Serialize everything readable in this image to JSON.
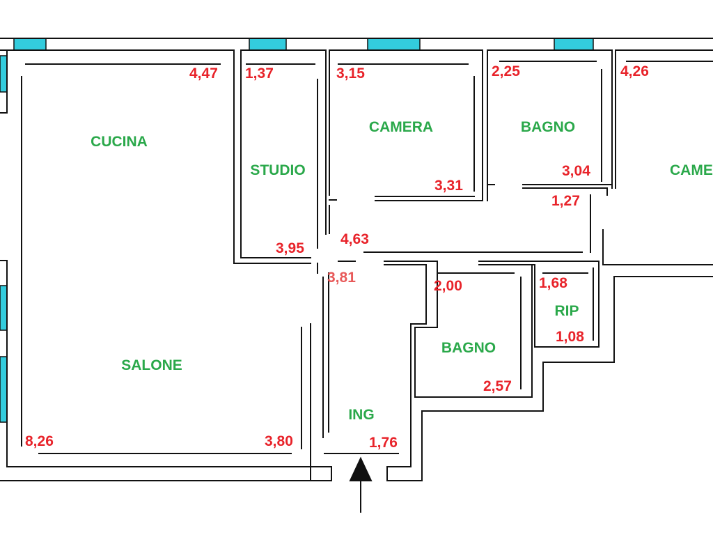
{
  "colors": {
    "room_label": "#2aa84a",
    "dimension": "#e8232a",
    "dimension_soft": "#e85a5a",
    "window": "#33ccdd",
    "wall": "#111111"
  },
  "rooms": {
    "cucina": "CUCINA",
    "studio": "STUDIO",
    "camera": "CAMERA",
    "bagno_top": "BAGNO",
    "camera_right": "CAME",
    "salone": "SALONE",
    "ing": "ING",
    "bagno_bottom": "BAGNO",
    "rip": "RIP"
  },
  "dimensions": {
    "cucina_width": "4,47",
    "studio_width": "1,37",
    "studio_depth": "3,95",
    "camera_width": "3,15",
    "camera_depth": "3,31",
    "bagno_top_width": "2,25",
    "bagno_top_depth": "3,04",
    "camera_right_width": "4,26",
    "corridor_small": "1,27",
    "corridor_length": "4,63",
    "ing_depth": "3,81",
    "bagno_bottom_width": "2,00",
    "bagno_bottom_depth": "2,57",
    "rip_width": "1,68",
    "rip_depth": "1,08",
    "salone_depth": "8,26",
    "salone_width": "3,80",
    "ing_width": "1,76"
  },
  "entrance_icon": "entrance-arrow-icon"
}
